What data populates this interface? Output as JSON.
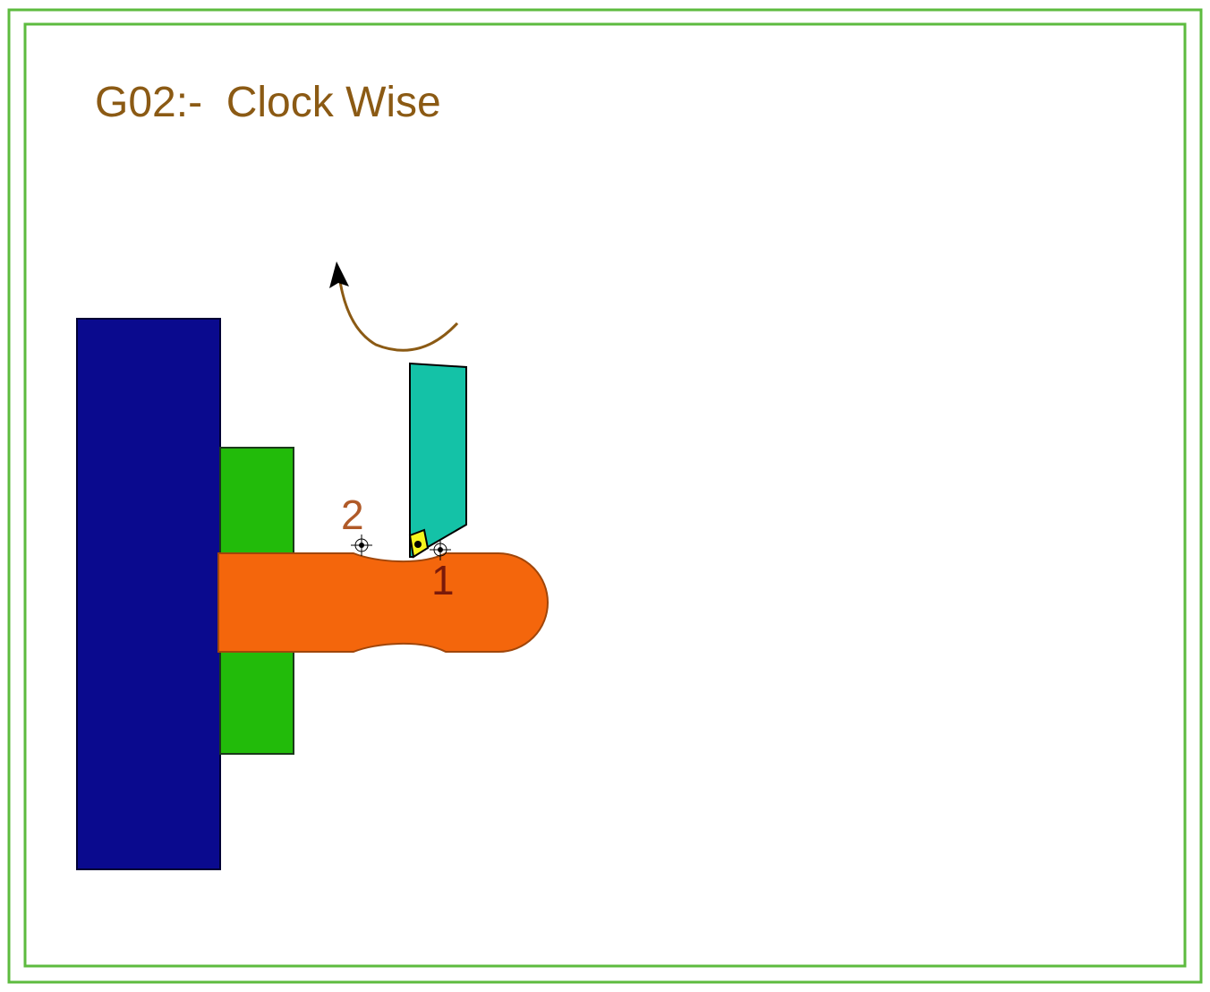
{
  "title": "G02:-  Clock Wise",
  "points": {
    "start_label": "1",
    "end_label": "2"
  },
  "colors": {
    "frame": "#5dbb3f",
    "title": "#8b5a14",
    "chuck": "#0a0a8e",
    "jaw": "#22bb0a",
    "workpiece": "#f4660c",
    "workpiece_outline": "#a0460a",
    "tool_holder": "#14c2a7",
    "insert": "#f5f51e",
    "arc_arrow": "#8b5a14",
    "label_1": "#7a1a0a",
    "label_2": "#b05a28"
  },
  "icons": {
    "direction": "clockwise-arrow-icon",
    "point_marker": "crosshair-point-icon"
  }
}
